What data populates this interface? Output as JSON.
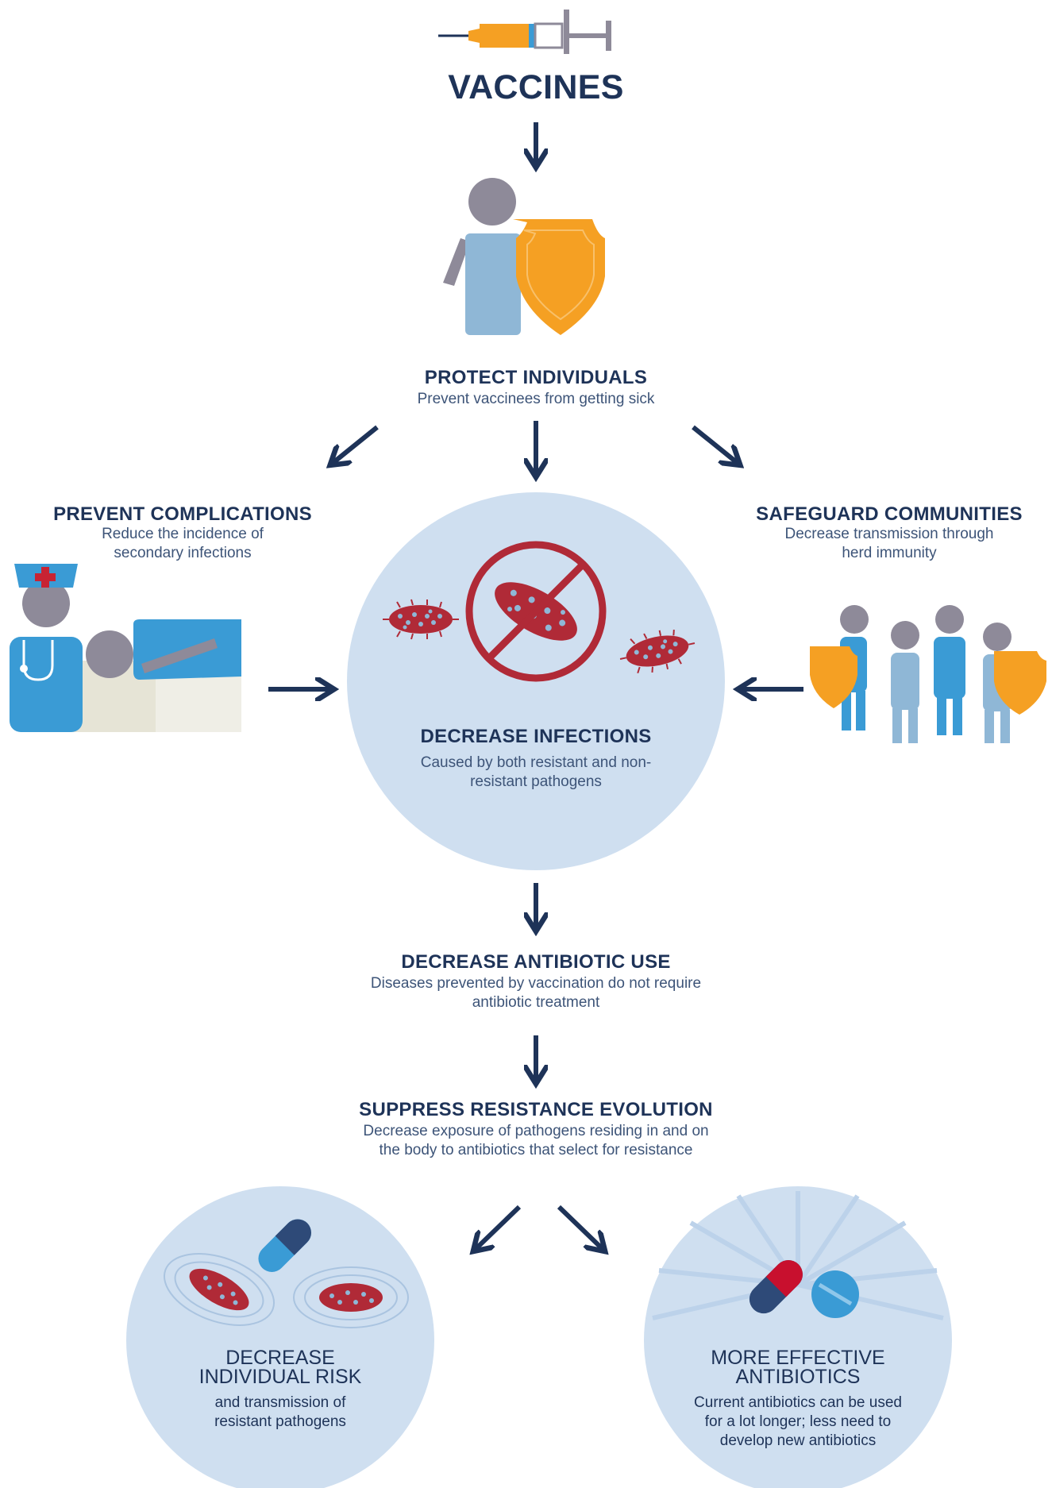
{
  "top": {
    "title": "VACCINES"
  },
  "protect": {
    "title": "PROTECT INDIVIDUALS",
    "sub": "Prevent vaccinees from getting sick"
  },
  "complications": {
    "title": "PREVENT COMPLICATIONS",
    "sub1": "Reduce the incidence of",
    "sub2": "secondary infections"
  },
  "communities": {
    "title": "SAFEGUARD COMMUNITIES",
    "sub1": "Decrease transmission through",
    "sub2": "herd immunity"
  },
  "infections": {
    "title": "DECREASE INFECTIONS",
    "sub1": "Caused by both resistant and non-",
    "sub2": "resistant pathogens"
  },
  "antibiotic": {
    "title": "DECREASE ANTIBIOTIC USE",
    "sub1": "Diseases prevented by vaccination do not require",
    "sub2": "antibiotic treatment"
  },
  "resistance": {
    "title": "SUPPRESS RESISTANCE EVOLUTION",
    "sub1": "Decrease exposure of pathogens residing in and on",
    "sub2": "the body to antibiotics that select for resistance"
  },
  "risk": {
    "title1": "DECREASE",
    "title2": "INDIVIDUAL RISK",
    "sub1": "and transmission of",
    "sub2": "resistant pathogens"
  },
  "effective": {
    "title1": "MORE EFFECTIVE",
    "title2": "ANTIBIOTICS",
    "sub1": "Current antibiotics can be used",
    "sub2": "for a lot longer; less need to",
    "sub3": "develop new antibiotics"
  },
  "colors": {
    "navy": "#1e3358",
    "circle": "#cfdff0",
    "orange": "#f5a023",
    "bacteria": "#b02a37",
    "blue": "#3a9bd5",
    "grey": "#8e8a99"
  }
}
